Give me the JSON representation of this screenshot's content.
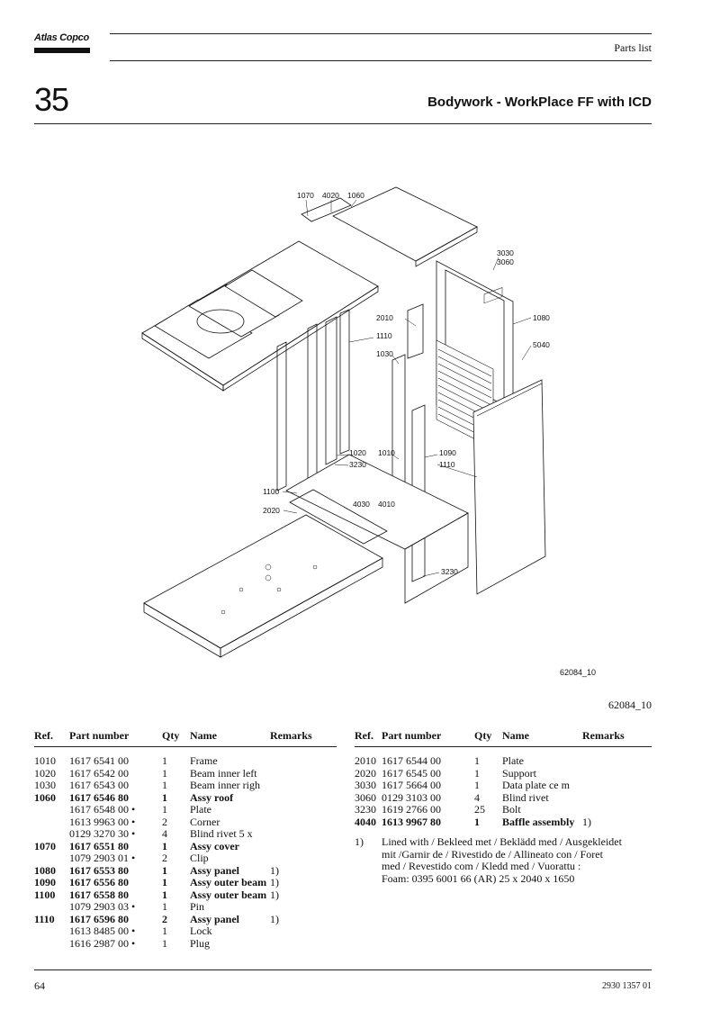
{
  "header": {
    "brand": "Atlas Copco",
    "doc_type": "Parts list",
    "section_number": "35",
    "section_title": "Bodywork - WorkPlace FF with ICD"
  },
  "figure": {
    "drawing_number_inner": "62084_10",
    "drawing_number": "62084_10",
    "callouts": [
      "1070",
      "4020",
      "1060",
      "3030",
      "3060",
      "2010",
      "1110",
      "1030",
      "1080",
      "5040",
      "1020",
      "3230",
      "1010",
      "1090",
      "1110",
      "1100",
      "4030",
      "4010",
      "2020",
      "3230"
    ]
  },
  "columns": {
    "ref": "Ref.",
    "part_number": "Part number",
    "qty": "Qty",
    "name": "Name",
    "remarks": "Remarks"
  },
  "left_table": [
    {
      "ref": "1010",
      "part": "1617 6541 00",
      "qty": "1",
      "name": "Frame",
      "remark": "",
      "bold": false
    },
    {
      "ref": "1020",
      "part": "1617 6542 00",
      "qty": "1",
      "name": "Beam inner left",
      "remark": "",
      "bold": false
    },
    {
      "ref": "1030",
      "part": "1617 6543 00",
      "qty": "1",
      "name": "Beam inner righ",
      "remark": "",
      "bold": false
    },
    {
      "ref": "1060",
      "part": "1617 6546 80",
      "qty": "1",
      "name": "Assy roof",
      "remark": "",
      "bold": true
    },
    {
      "ref": "",
      "part": "1617 6548 00 •",
      "qty": "1",
      "name": "Plate",
      "remark": "",
      "bold": false
    },
    {
      "ref": "",
      "part": "1613 9963 00 •",
      "qty": "2",
      "name": "Corner",
      "remark": "",
      "bold": false
    },
    {
      "ref": "",
      "part": "0129 3270 30 •",
      "qty": "4",
      "name": "Blind rivet 5 x",
      "remark": "",
      "bold": false
    },
    {
      "ref": "1070",
      "part": "1617 6551 80",
      "qty": "1",
      "name": "Assy cover",
      "remark": "",
      "bold": true
    },
    {
      "ref": "",
      "part": "1079 2903 01 •",
      "qty": "2",
      "name": "Clip",
      "remark": "",
      "bold": false
    },
    {
      "ref": "1080",
      "part": "1617 6553 80",
      "qty": "1",
      "name": "Assy panel",
      "remark": "1)",
      "bold": true
    },
    {
      "ref": "1090",
      "part": "1617 6556 80",
      "qty": "1",
      "name": "Assy outer beam",
      "remark": "1)",
      "bold": true
    },
    {
      "ref": "1100",
      "part": "1617 6558 80",
      "qty": "1",
      "name": "Assy outer beam",
      "remark": "1)",
      "bold": true
    },
    {
      "ref": "",
      "part": "1079 2903 03 •",
      "qty": "1",
      "name": "Pin",
      "remark": "",
      "bold": false
    },
    {
      "ref": "1110",
      "part": "1617 6596 80",
      "qty": "2",
      "name": "Assy panel",
      "remark": "1)",
      "bold": true
    },
    {
      "ref": "",
      "part": "1613 8485 00 •",
      "qty": "1",
      "name": "Lock",
      "remark": "",
      "bold": false
    },
    {
      "ref": "",
      "part": "1616 2987 00 •",
      "qty": "1",
      "name": "Plug",
      "remark": "",
      "bold": false
    }
  ],
  "right_table": [
    {
      "ref": "2010",
      "part": "1617 6544 00",
      "qty": "1",
      "name": "Plate",
      "remark": "",
      "bold": false
    },
    {
      "ref": "2020",
      "part": "1617 6545 00",
      "qty": "1",
      "name": "Support",
      "remark": "",
      "bold": false
    },
    {
      "ref": "3030",
      "part": "1617 5664 00",
      "qty": "1",
      "name": "Data plate ce m",
      "remark": "",
      "bold": false
    },
    {
      "ref": "3060",
      "part": "0129 3103 00",
      "qty": "4",
      "name": "Blind rivet",
      "remark": "",
      "bold": false
    },
    {
      "ref": "3230",
      "part": "1619 2766 00",
      "qty": "25",
      "name": "Bolt",
      "remark": "",
      "bold": false
    },
    {
      "ref": "4040",
      "part": "1613 9967 80",
      "qty": "1",
      "name": "Baffle assembly",
      "remark": "1)",
      "bold": true
    }
  ],
  "note": {
    "mark": "1)",
    "lines": [
      "Lined with  / Bekleed met / Beklädd med  / Ausgekleidet",
      "mit  /Garnir de / Rivestido de / Allineato con   / Foret",
      "med / Revestido com / Kledd med / Vuorattu :",
      "Foam: 0395 6001 66 (AR) 25 x 2040 x 1650"
    ]
  },
  "footer": {
    "page_number": "64",
    "doc_number": "2930 1357 01"
  }
}
